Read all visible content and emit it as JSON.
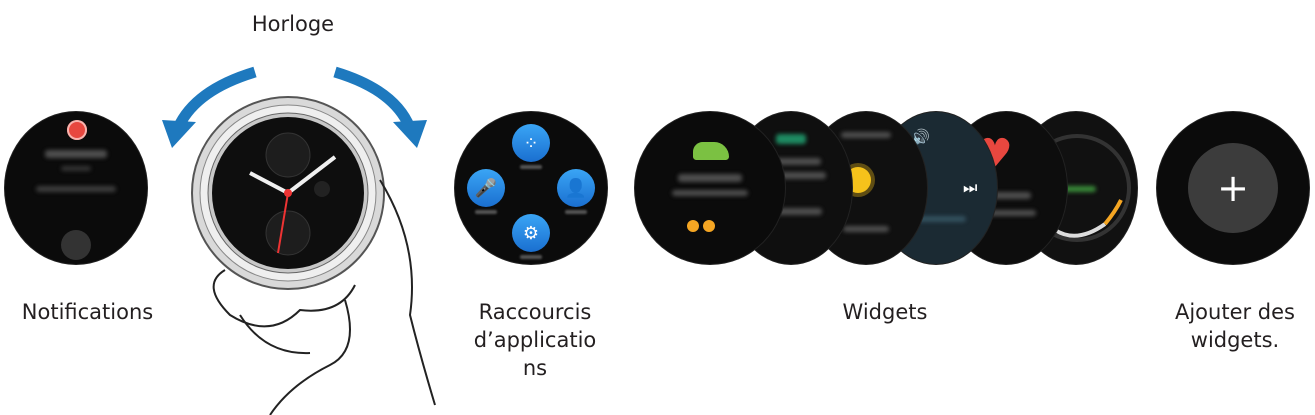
{
  "labels": {
    "clock": "Horloge",
    "notifications": "Notifications",
    "app_shortcuts_line1": "Raccourcis",
    "app_shortcuts_line2": "d’applicatio",
    "app_shortcuts_line3": "ns",
    "widgets": "Widgets",
    "add_widgets_line1": "Ajouter des",
    "add_widgets_line2": "widgets."
  },
  "add_widget": {
    "plus_symbol": "+"
  },
  "colors": {
    "arrow": "#1e79be",
    "app_icon": "#2b8ce6",
    "heart": "#e8473f",
    "shoe": "#7bc142",
    "sun": "#f5c21b"
  },
  "icons": {
    "notification_app": "message-icon",
    "shortcut_top": "apps-grid-icon",
    "shortcut_left": "microphone-icon",
    "shortcut_right": "contacts-star-icon",
    "shortcut_bottom": "settings-gear-icon"
  }
}
